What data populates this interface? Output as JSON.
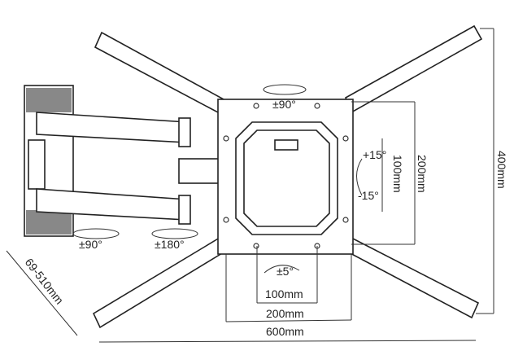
{
  "labels": {
    "top_tilt": "±90°",
    "tilt_up": "+15°",
    "tilt_down": "-15°",
    "vesa_v_small": "100mm",
    "vesa_v_mid": "200mm",
    "vesa_v_large": "400mm",
    "arm_swivel": "±90°",
    "arm_rotate": "±180°",
    "rotation": "±5°",
    "vesa_h_small": "100mm",
    "vesa_h_mid": "200mm",
    "vesa_h_large": "600mm",
    "extension": "69-510mm"
  }
}
